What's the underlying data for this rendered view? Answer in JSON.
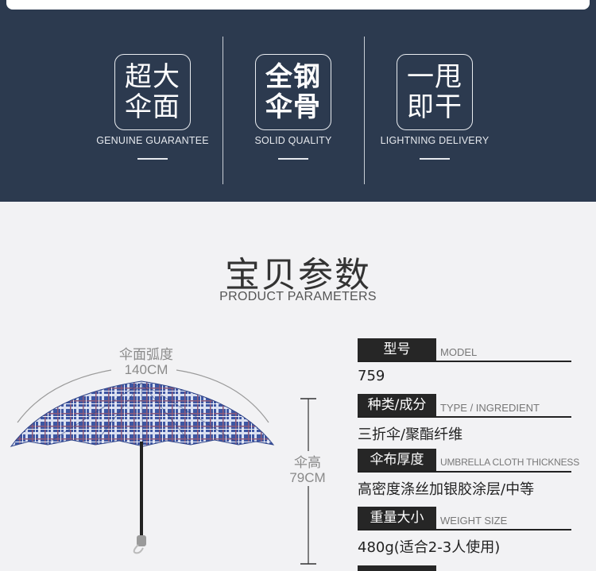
{
  "features": [
    {
      "line1": "超大",
      "line2": "伞面",
      "subtitle": "GENUINE GUARANTEE"
    },
    {
      "line1": "全钢",
      "line2": "伞骨",
      "subtitle": "SOLID QUALITY"
    },
    {
      "line1": "一甩",
      "line2": "即干",
      "subtitle": "LIGHTNING DELIVERY"
    }
  ],
  "section": {
    "title": "宝贝参数",
    "subtitle": "PRODUCT PARAMETERS"
  },
  "illustration": {
    "arc_label": "伞面弧度",
    "arc_value": "140CM",
    "height_label": "伞高",
    "height_value": "79CM"
  },
  "parameters": [
    {
      "label": "型号",
      "label_en": "MODEL",
      "value": "759"
    },
    {
      "label": "种类/成分",
      "label_en": "TYPE / INGREDIENT",
      "value": "三折伞/聚酯纤维"
    },
    {
      "label": "伞布厚度",
      "label_en": "UMBRELLA CLOTH THICKNESS",
      "value": "高密度涤丝加银胶涂层/中等"
    },
    {
      "label": "重量大小",
      "label_en": "WEIGHT SIZE",
      "value": "480g(适合2-3人使用)"
    }
  ],
  "colors": {
    "banner": "#2c3a4f",
    "canopy_blue": "#3d56a3",
    "tag_black": "#262626"
  }
}
